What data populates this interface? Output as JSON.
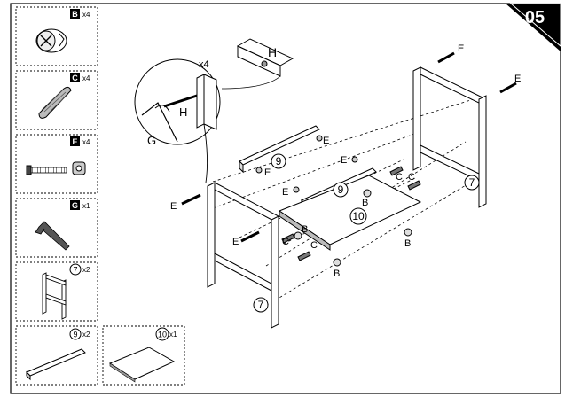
{
  "step": {
    "number": "05"
  },
  "parts_legend": [
    {
      "letter": "B",
      "qty": "x4"
    },
    {
      "letter": "C",
      "qty": "x4"
    },
    {
      "letter": "E",
      "qty": "x4"
    },
    {
      "letter": "G",
      "qty": "x1"
    },
    {
      "number": "7",
      "qty": "x2"
    },
    {
      "number": "9",
      "qty": "x2"
    },
    {
      "number": "10",
      "qty": "x1"
    }
  ],
  "callouts": {
    "detail_count": "x4",
    "E": "E",
    "B": "B",
    "C": "C",
    "G": "G",
    "H": "H",
    "p7": "7",
    "p9": "9",
    "p10": "10"
  }
}
